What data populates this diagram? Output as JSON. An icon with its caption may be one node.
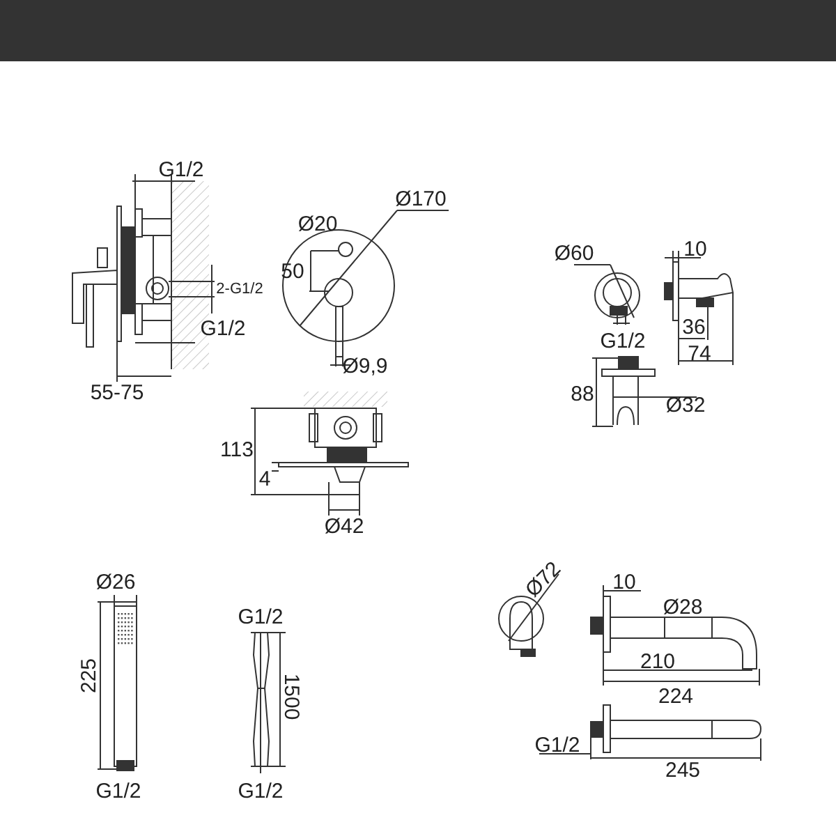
{
  "diagram": {
    "labels": [
      "G1/2",
      "Ø170",
      "Ø20",
      "50",
      "2-G1/2",
      "G1/2",
      "55-75",
      "Ø9,9",
      "Ø60",
      "10",
      "G1/2",
      "36",
      "74",
      "88",
      "Ø32",
      "113",
      "4",
      "Ø42",
      "Ø26",
      "G1/2",
      "Ø72",
      "10",
      "Ø28",
      "225",
      "1500",
      "210",
      "224",
      "G1/2",
      "G1/2",
      "G1/2",
      "245"
    ]
  }
}
